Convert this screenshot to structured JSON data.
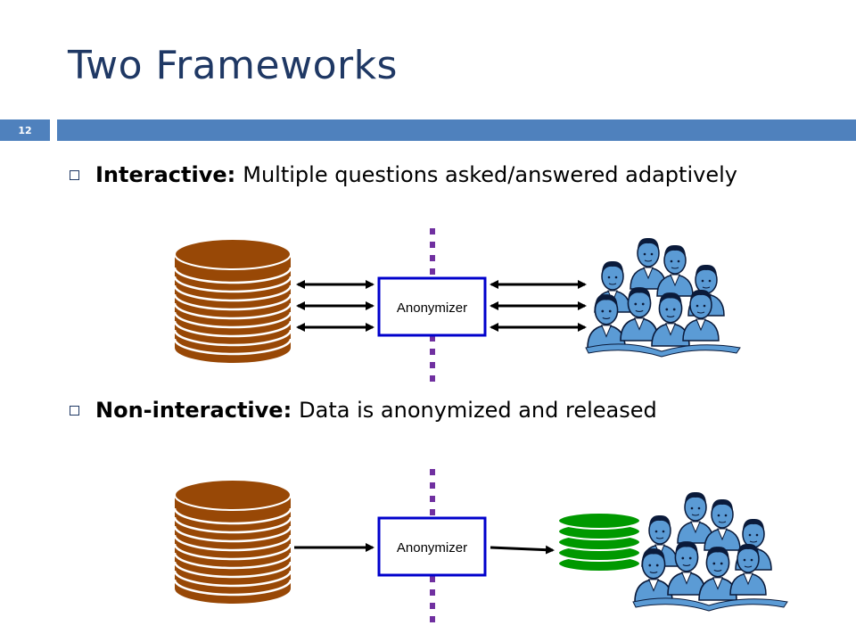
{
  "slide": {
    "title": "Two Frameworks",
    "number": "12"
  },
  "bullets": [
    {
      "term": "Interactive:",
      "text": "Multiple questions asked/answered adaptively"
    },
    {
      "term": "Non-interactive:",
      "text": "Data is anonymized and released"
    }
  ],
  "diagram": {
    "anonymizer_label": "Anonymizer"
  },
  "colors": {
    "title": "#1f3864",
    "bar": "#4f81bd",
    "database": "#984806",
    "released_data": "#009900",
    "divider": "#7030a0",
    "anonymizer_border": "#0000cc",
    "people": "#5b9bd5"
  }
}
